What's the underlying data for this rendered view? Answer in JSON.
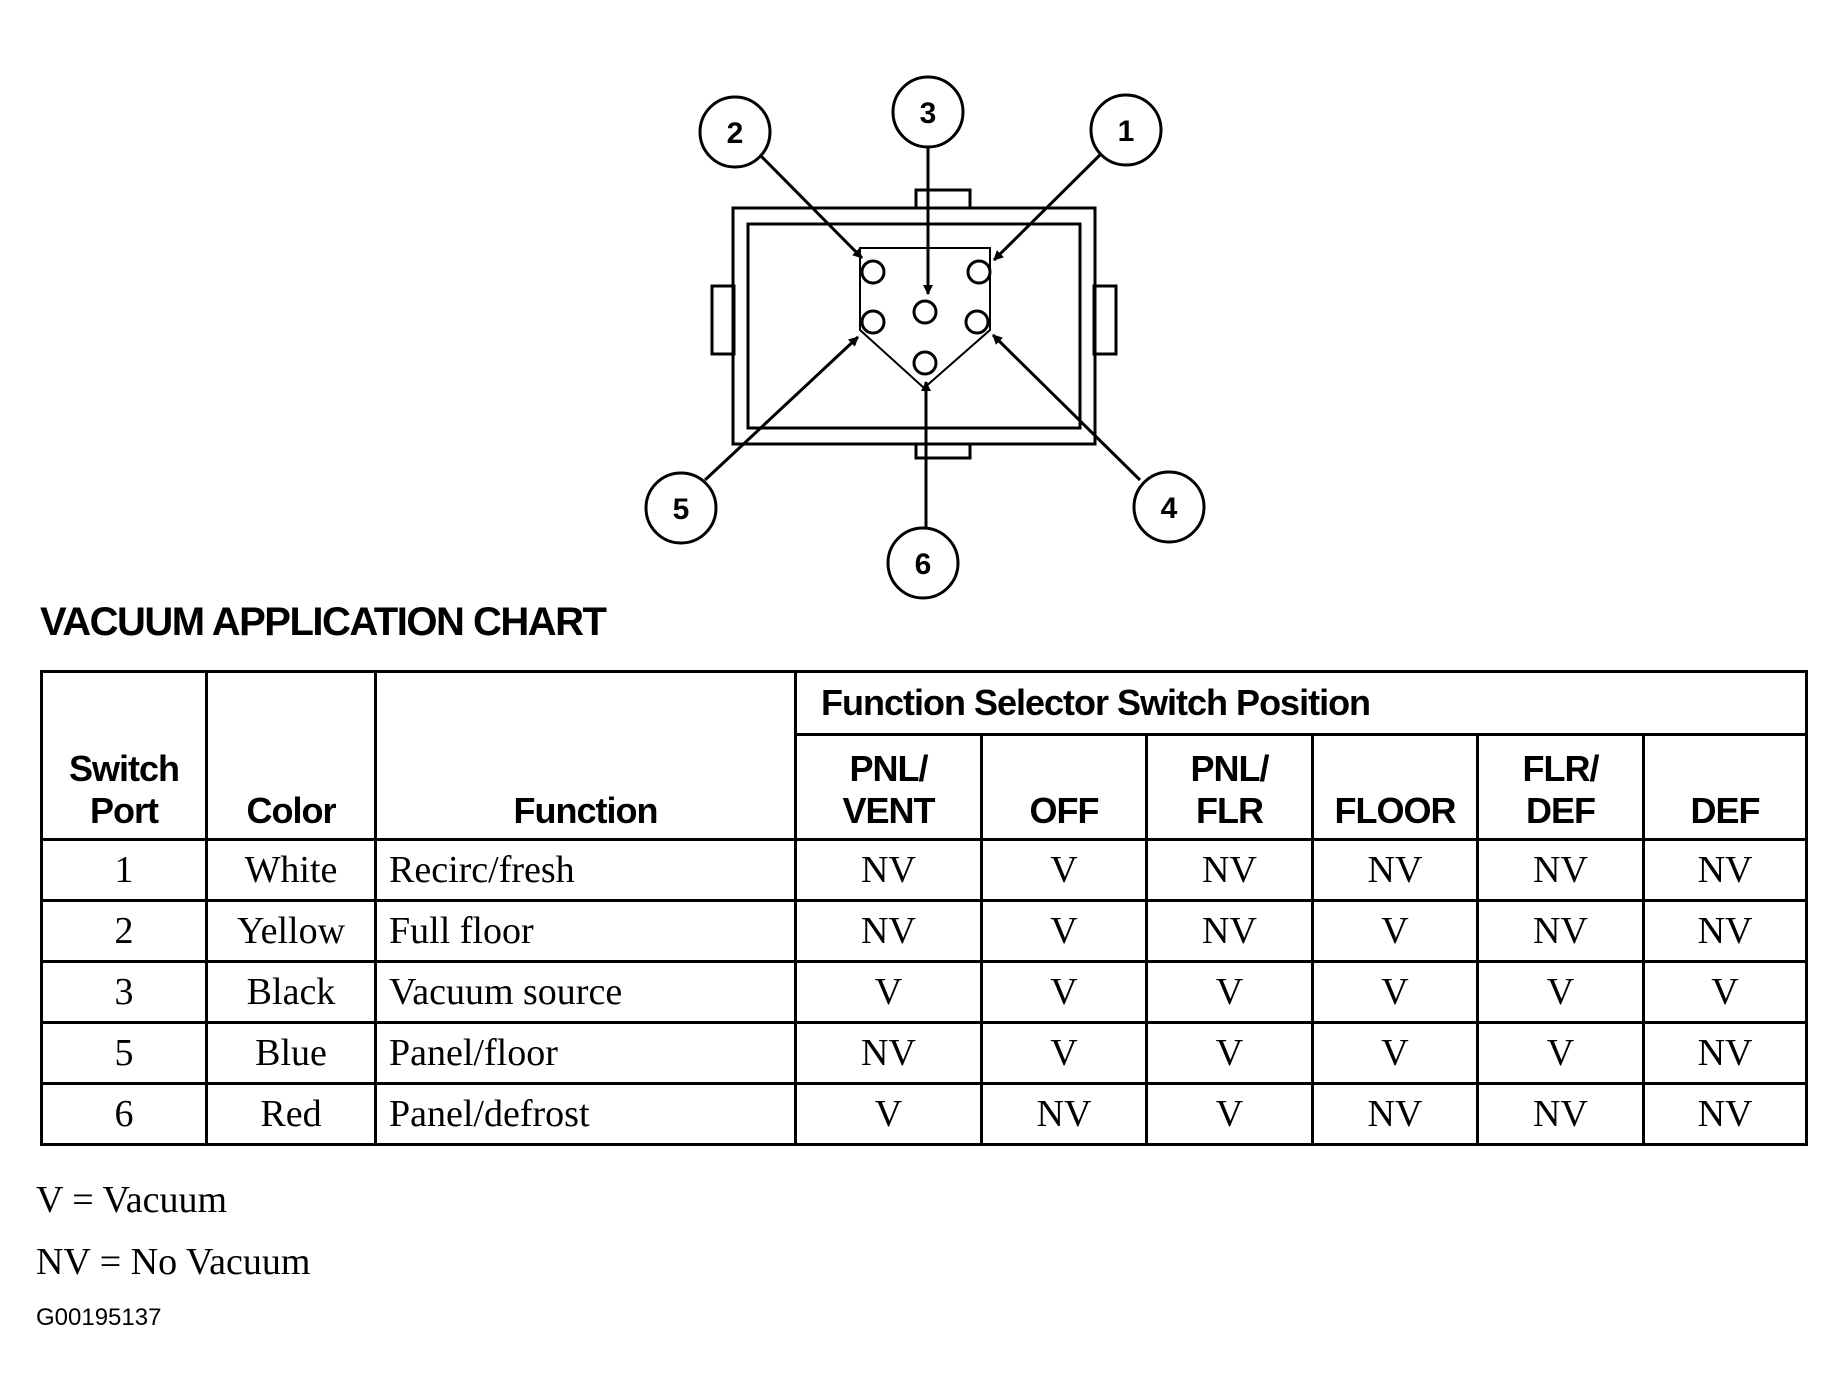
{
  "callouts": [
    "1",
    "2",
    "3",
    "4",
    "5",
    "6"
  ],
  "chart": {
    "title": "VACUUM APPLICATION CHART",
    "group_header": "Function Selector Switch Position",
    "headers": {
      "port_line1": "Switch",
      "port_line2": "Port",
      "color": "Color",
      "function": "Function"
    },
    "positions": [
      {
        "line1": "PNL/",
        "line2": "VENT"
      },
      {
        "line1": "",
        "line2": "OFF"
      },
      {
        "line1": "PNL/",
        "line2": "FLR"
      },
      {
        "line1": "",
        "line2": "FLOOR"
      },
      {
        "line1": "FLR/",
        "line2": "DEF"
      },
      {
        "line1": "",
        "line2": "DEF"
      }
    ],
    "rows": [
      {
        "port": "1",
        "color": "White",
        "function": "Recirc/fresh",
        "values": [
          "NV",
          "V",
          "NV",
          "NV",
          "NV",
          "NV"
        ]
      },
      {
        "port": "2",
        "color": "Yellow",
        "function": "Full floor",
        "values": [
          "NV",
          "V",
          "NV",
          "V",
          "NV",
          "NV"
        ]
      },
      {
        "port": "3",
        "color": "Black",
        "function": "Vacuum source",
        "values": [
          "V",
          "V",
          "V",
          "V",
          "V",
          "V"
        ]
      },
      {
        "port": "5",
        "color": "Blue",
        "function": "Panel/floor",
        "values": [
          "NV",
          "V",
          "V",
          "V",
          "V",
          "NV"
        ]
      },
      {
        "port": "6",
        "color": "Red",
        "function": "Panel/defrost",
        "values": [
          "V",
          "NV",
          "V",
          "NV",
          "NV",
          "NV"
        ]
      }
    ]
  },
  "legend": {
    "v": "V = Vacuum",
    "nv": "NV = No Vacuum"
  },
  "figure_id": "G00195137"
}
